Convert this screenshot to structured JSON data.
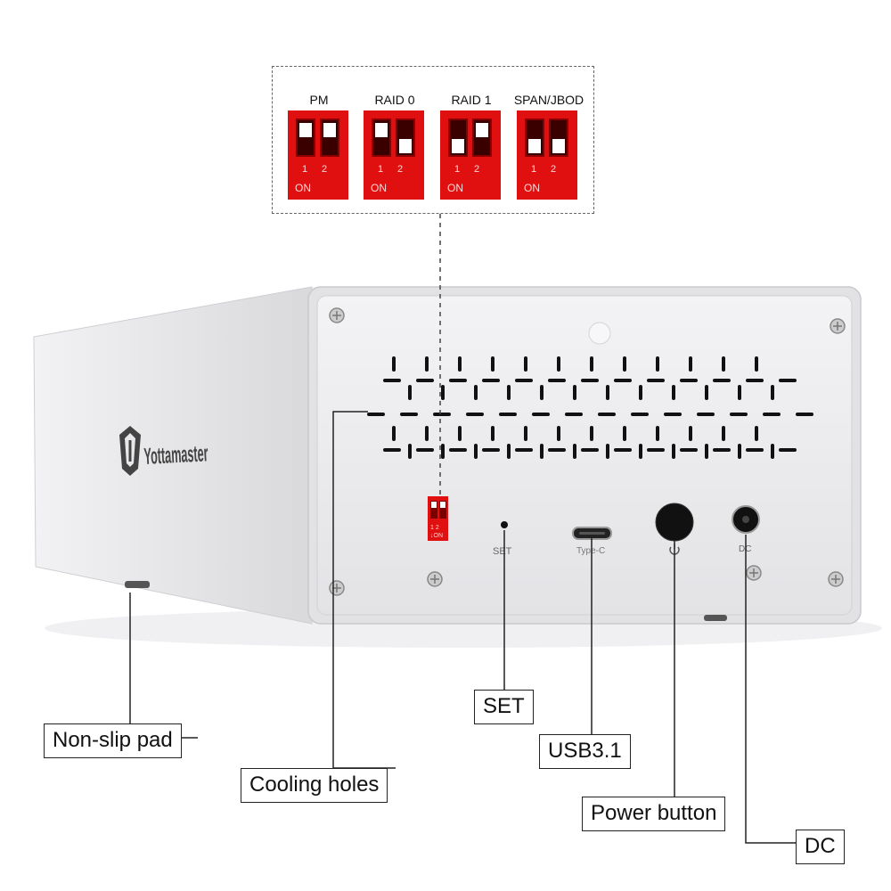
{
  "brand": "Yottamaster",
  "dip_panel": {
    "modes": [
      {
        "label": "PM",
        "switch1": "up",
        "switch2": "up"
      },
      {
        "label": "RAID 0",
        "switch1": "up",
        "switch2": "down"
      },
      {
        "label": "RAID 1",
        "switch1": "down",
        "switch2": "up"
      },
      {
        "label": "SPAN/JBOD",
        "switch1": "down",
        "switch2": "down"
      }
    ],
    "switch_numbers": [
      "1",
      "2"
    ],
    "on_label": "ON"
  },
  "ports": {
    "set_label": "SET",
    "typec_label": "Type-C",
    "dc_label": "DC",
    "dip_small_label": "1 2",
    "dip_small_on": "↓ON"
  },
  "callouts": {
    "non_slip_pad": "Non-slip pad",
    "cooling_holes": "Cooling holes",
    "set": "SET",
    "usb": "USB3.1",
    "power": "Power button",
    "dc": "DC"
  },
  "colors": {
    "dip_red": "#e01010",
    "enclosure": "#e4e4e6",
    "panel": "#eeeef0"
  }
}
